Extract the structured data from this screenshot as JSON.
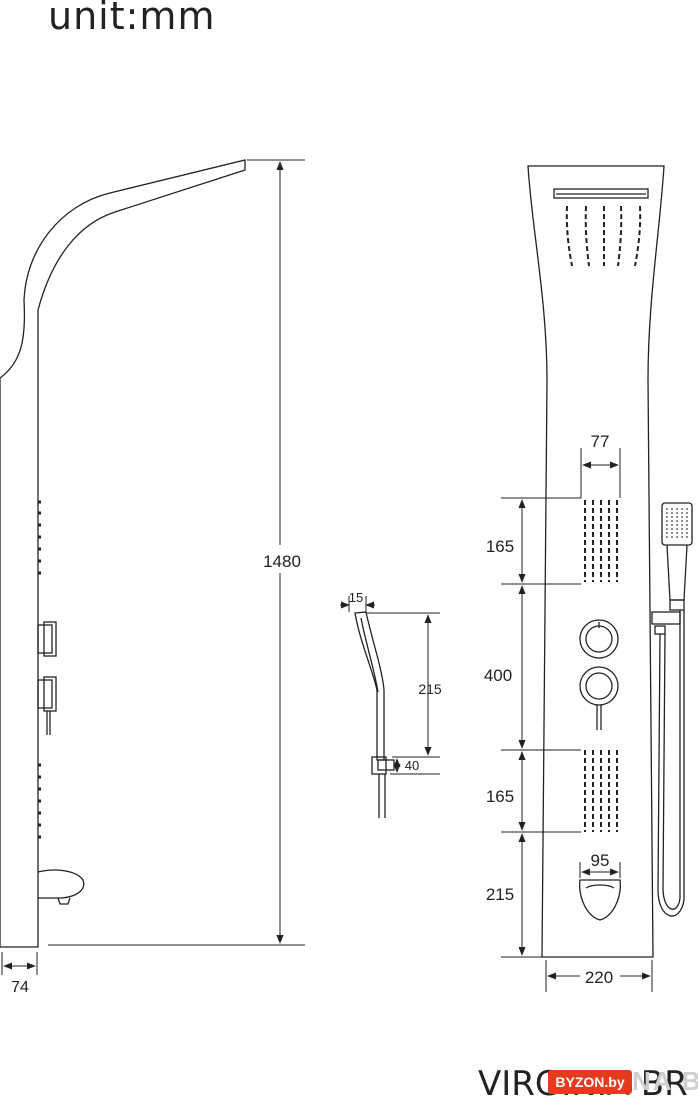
{
  "unit_label": "unit:mm",
  "dimensions": {
    "total_height": "1480",
    "panel_depth": "74",
    "handshower_offset": "15",
    "handshower_length": "215",
    "holder_height": "40",
    "nozzle_width": "77",
    "upper_jets_height": "165",
    "controls_height": "400",
    "lower_jets_height": "165",
    "spout_width": "95",
    "spout_height": "215",
    "panel_width": "220"
  },
  "model_name": "VIRGINIA BR",
  "watermark": {
    "badge": "BYZON.by",
    "ghost": "NA BR"
  },
  "colors": {
    "line": "#222222",
    "watermark_badge": "#e63a1e"
  }
}
